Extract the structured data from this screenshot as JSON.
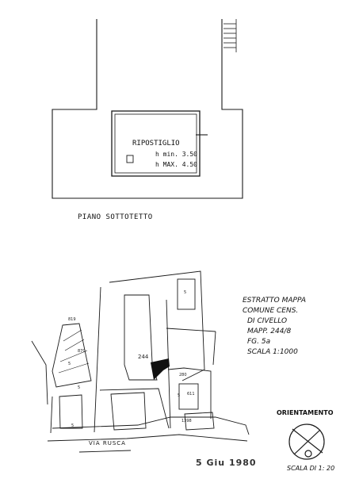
{
  "floor_plan": {
    "room_name": "RIPOSTIGLIO",
    "h_min": "h min. 3.50",
    "h_max": "h MAX. 4.50",
    "level_label": "PIANO SOTTOTETTO"
  },
  "cadastral": {
    "extract_lines": [
      "ESTRATTO MAPPA",
      "COMUNE CENS.",
      "DI CIVELLO",
      "MAPP. 244/8",
      "FG. 5a",
      "SCALA 1:1000"
    ],
    "parcel_labels": [
      "819",
      "870",
      "244",
      "280",
      "5",
      "5",
      "5",
      "5",
      "611",
      "1398",
      "5"
    ],
    "street": "VIA RUSCA",
    "stamp": "5 Giu 1980",
    "orientation_label": "ORIENTAMENTO",
    "scale_label": "SCALA DI 1: 20"
  }
}
